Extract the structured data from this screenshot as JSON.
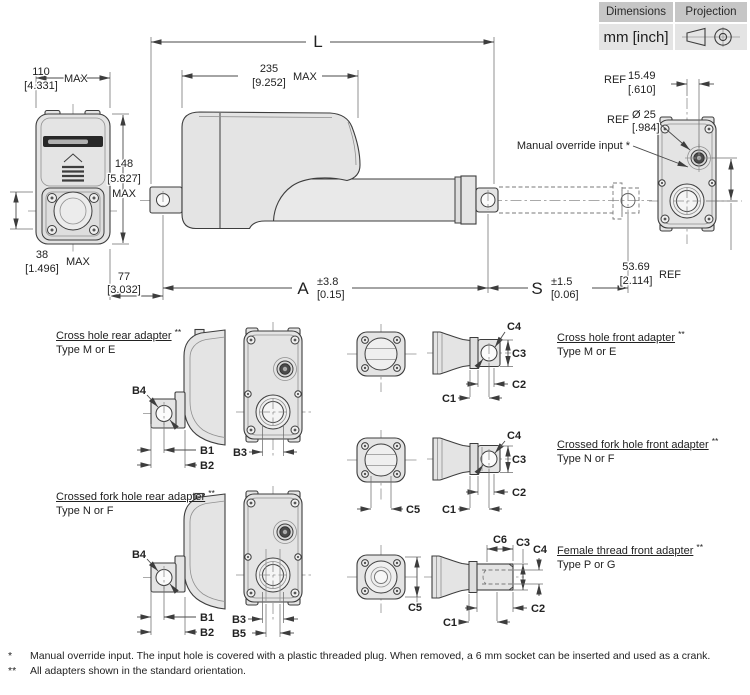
{
  "table": {
    "col1_header": "Dimensions",
    "col2_header": "Projection",
    "units": "mm [inch]"
  },
  "dims": {
    "overall_length": {
      "label": "L"
    },
    "housing_length": {
      "mm": "235",
      "inch": "[9.252]",
      "suffix": "MAX"
    },
    "width": {
      "mm": "110",
      "inch": "[4.331]",
      "suffix": "MAX"
    },
    "height": {
      "mm": "148",
      "inch": "[5.827]",
      "suffix": "MAX"
    },
    "clevis_height": {
      "mm": "38",
      "inch": "[1.496]",
      "suffix": "MAX"
    },
    "rear_offset": {
      "mm": "77",
      "inch": "[3.032]"
    },
    "dim_a": {
      "label": "A",
      "tol_mm": "±3.8",
      "tol_inch": "[0.15]"
    },
    "stroke_s": {
      "label": "S",
      "tol_mm": "±1.5",
      "tol_inch": "[0.06]"
    },
    "override_offset": {
      "prefix": "REF",
      "mm": "15.49",
      "inch": "[.610]"
    },
    "override_boss": {
      "prefix": "REF",
      "mm": "Ø 25",
      "inch": "[.984]"
    },
    "override_spacing": {
      "mm": "53.69",
      "inch": "[2.114]",
      "suffix": "REF"
    }
  },
  "labels": {
    "manual_override": "Manual override input *",
    "b1": "B1",
    "b2": "B2",
    "b3": "B3",
    "b4": "B4",
    "b5": "B5",
    "c1": "C1",
    "c2": "C2",
    "c3": "C3",
    "c4": "C4",
    "c5": "C5",
    "c6": "C6"
  },
  "adapters": {
    "rear": [
      {
        "title": "Cross hole rear adapter",
        "marker": "**",
        "type": "Type M or E"
      },
      {
        "title": "Crossed fork hole rear adapter",
        "marker": "**",
        "type": "Type N or F"
      }
    ],
    "front": [
      {
        "title": "Cross hole front adapter",
        "marker": "**",
        "type": "Type M or E"
      },
      {
        "title": "Crossed fork hole front adapter",
        "marker": "**",
        "type": "Type N or F"
      },
      {
        "title": "Female thread front adapter",
        "marker": "**",
        "type": "Type P or G"
      }
    ]
  },
  "footnotes": [
    {
      "marker": "*",
      "text": "Manual override input. The input hole is covered with a plastic threaded plug. When removed, a 6 mm socket can be inserted and used as a crank."
    },
    {
      "marker": "**",
      "text": "All adapters shown in the standard orientation."
    }
  ],
  "colors": {
    "line": "#3d3d3d",
    "table_header_bg": "#c6c6c6",
    "table_cell_bg": "#e4e4e4",
    "body_fill": "#e4e4e4"
  }
}
